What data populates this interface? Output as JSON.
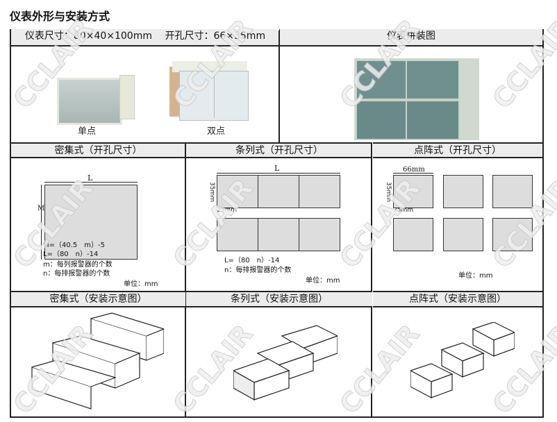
{
  "page_title": "仪表外形与安装方式",
  "row1": {
    "left_header": "仪表尺寸：80×40×100mm　 开孔尺寸：66×35mm",
    "right_header": "仪表拼装图",
    "single_label": "单点",
    "double_label": "双点"
  },
  "row2": {
    "dense": {
      "header": "密集式（开孔尺寸）",
      "dim_L": "L",
      "dim_M": "M",
      "formula_M": "M=（40.5　m）-5",
      "formula_L": "L=（80　n）-14",
      "note_m": "m：每列报警器的个数",
      "note_n": "n：每排报警器的个数",
      "unit": "单位：mm"
    },
    "strip": {
      "header": "条列式（开孔尺寸）",
      "dim_L": "L",
      "dim_h": "35mm",
      "dim_gap": "25mm",
      "formula_L": "L=（80　n）-14",
      "note_n": "n：每排报警器的个数",
      "unit": "单位：mm"
    },
    "dot": {
      "header": "点阵式（开孔尺寸）",
      "dim_w": "66mm",
      "dim_h": "35mm",
      "dim_gap": "25mm",
      "unit": "单位：mm"
    }
  },
  "row3": {
    "dense_header": "密集式（安装示意图）",
    "strip_header": "条列式（安装示意图）",
    "dot_header": "点阵式（安装示意图）"
  },
  "watermark": "CCLAIR"
}
